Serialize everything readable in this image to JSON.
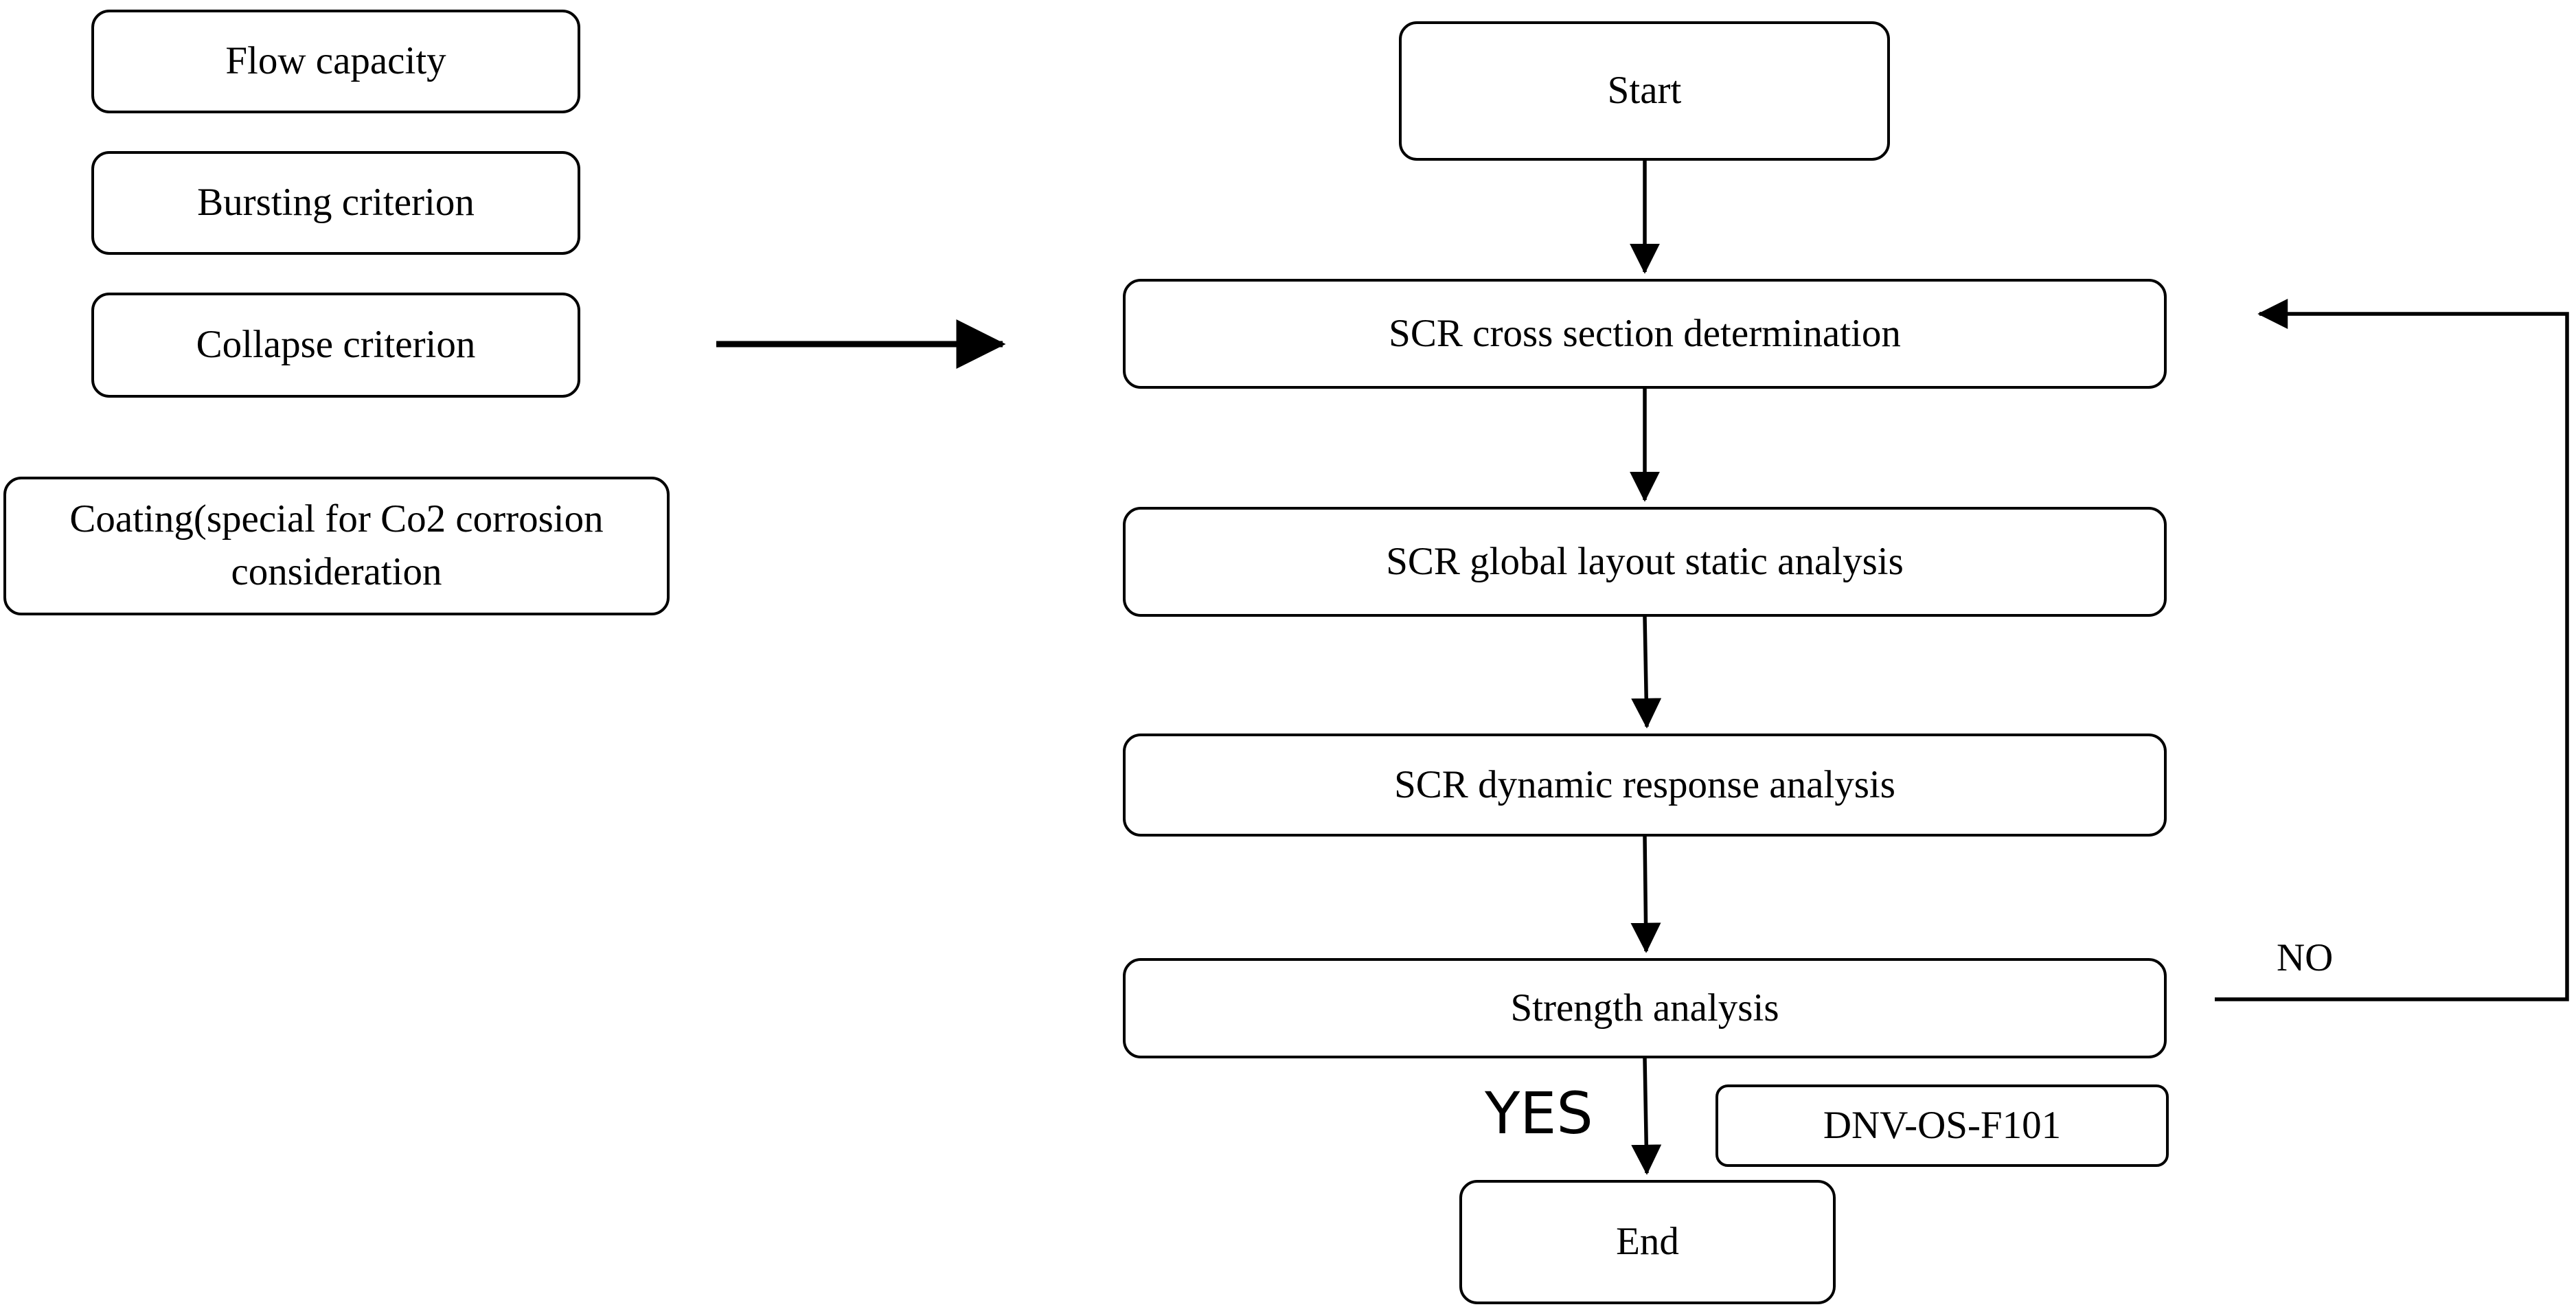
{
  "inputs": {
    "flow_capacity": "Flow capacity",
    "bursting_criterion": "Bursting criterion",
    "collapse_criterion": "Collapse criterion",
    "coating_line1": "Coating(special for Co2 corrosion",
    "coating_line2": "consideration"
  },
  "flow": {
    "start": "Start",
    "cross_section": "SCR cross section determination",
    "global_layout": "SCR global layout static analysis",
    "dynamic_response": "SCR dynamic response analysis",
    "strength": "Strength analysis",
    "end": "End"
  },
  "labels": {
    "no": "NO",
    "yes": "YES",
    "standard": "DNV-OS-F101"
  }
}
